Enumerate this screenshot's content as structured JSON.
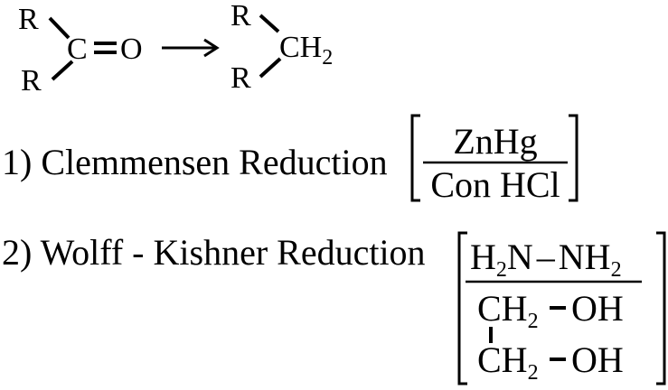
{
  "reaction": {
    "reactant": {
      "r_top": "R",
      "r_bottom": "R",
      "carbon": "C",
      "oxygen": "O"
    },
    "arrow": "→",
    "product": {
      "r_top": "R",
      "r_bottom": "R",
      "group": "CH",
      "subscript": "2"
    }
  },
  "methods": [
    {
      "label": "1) Clemmensen Reduction",
      "reagent_top": "ZnHg",
      "reagent_bottom": "Con HCl"
    },
    {
      "label": "2) Wolff - Kishner Reduction",
      "reagent_top": {
        "h": "H",
        "h_sub": "2",
        "n": "N",
        "dash": "–",
        "nh": "NH",
        "nh_sub": "2"
      },
      "reagent_bottom": {
        "line1_ch": "CH",
        "line1_sub": "2",
        "line1_oh": "OH",
        "line2_ch": "CH",
        "line2_sub": "2",
        "line2_oh": "OH"
      }
    }
  ]
}
